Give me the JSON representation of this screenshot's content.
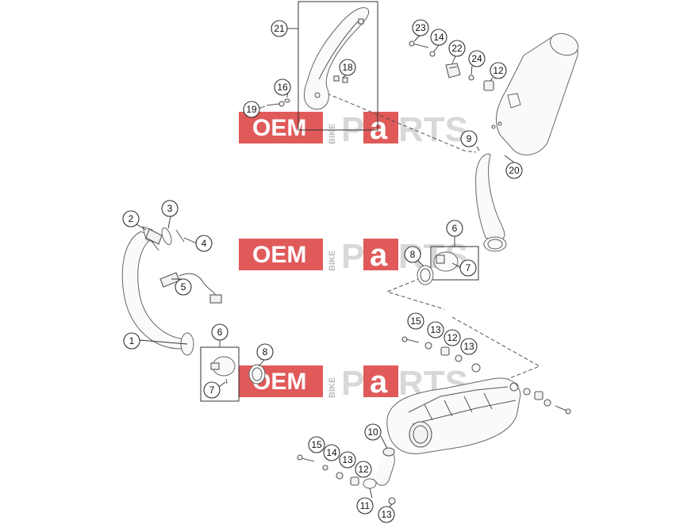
{
  "watermark": {
    "oem": "OEM",
    "bike": "BIKE",
    "p": "P",
    "a": "a",
    "rts": "RTS"
  },
  "callouts": {
    "c1": "1",
    "c2": "2",
    "c3": "3",
    "c4": "4",
    "c5": "5",
    "c6a": "6",
    "c6b": "6",
    "c7a": "7",
    "c7b": "7",
    "c8a": "8",
    "c8b": "8",
    "c9": "9",
    "c10": "10",
    "c11": "11",
    "c12a": "12",
    "c12b": "12",
    "c12c": "12",
    "c13a": "13",
    "c13b": "13",
    "c13c": "13",
    "c13d": "13",
    "c14a": "14",
    "c14b": "14",
    "c15a": "15",
    "c15b": "15",
    "c16": "16",
    "c18": "18",
    "c19": "19",
    "c20": "20",
    "c21": "21",
    "c22": "22",
    "c23": "23",
    "c24": "24"
  }
}
